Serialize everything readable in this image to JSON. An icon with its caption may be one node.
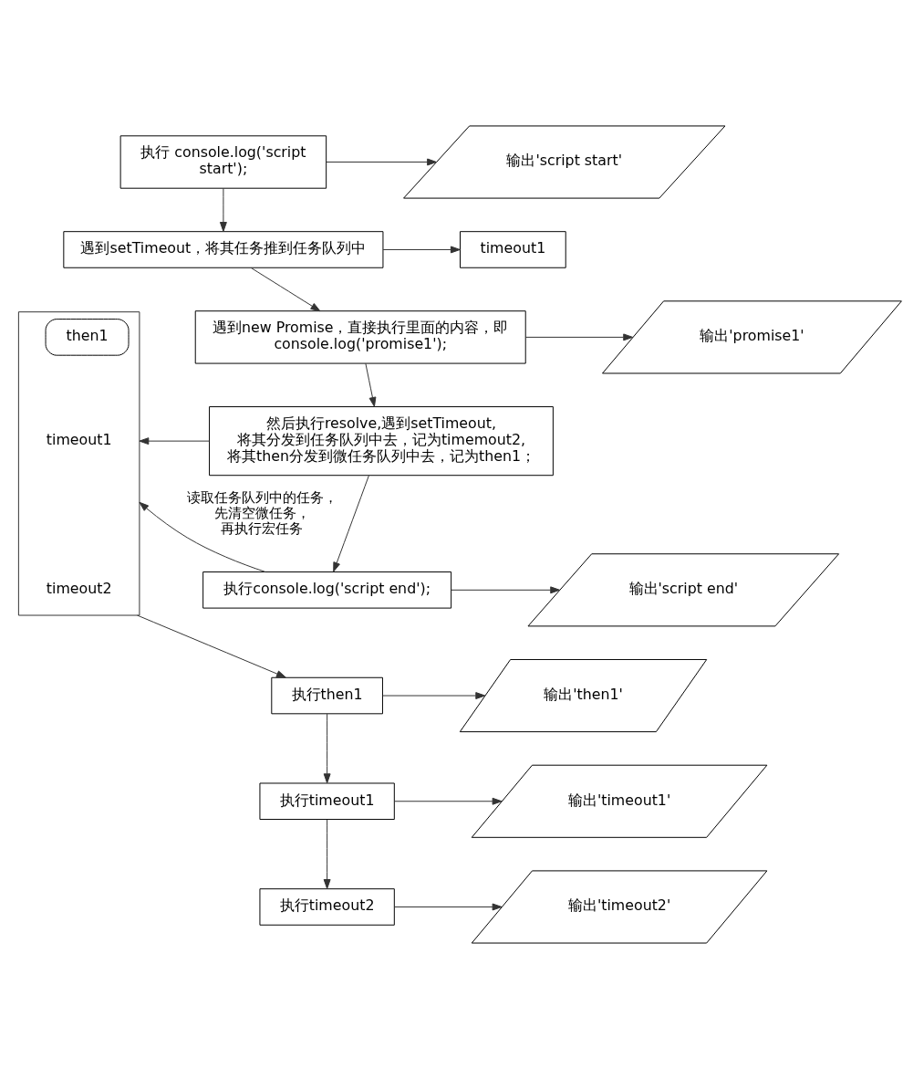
{
  "diagram": {
    "nodes": [
      {
        "text": [
          "执行 console.log('script start');"
        ]
      },
      {
        "text": [
          "输出'script start'"
        ]
      },
      {
        "text": [
          "timeout1"
        ]
      },
      {
        "text": [
          "遇到setTimeout，将其任务推到任务队列中"
        ]
      },
      {
        "text": [
          "遇到new Promise，直接执行里面的内容，即 console.log('promise1');"
        ]
      },
      {
        "text": [
          "输出'promise1'"
        ]
      },
      {
        "text": [],
        "shape": "box"
      },
      {
        "text": [
          "then1"
        ],
        "in": 6
      },
      {
        "text": [
          "timeout1"
        ],
        "in": 6
      },
      {
        "text": [
          "timeout2"
        ],
        "in": 6
      },
      {
        "text": [
          "然后执行resolve,遇到setTimeout,将其分发到任务队列中去，记为timemout2,将其then分发到微任务队列中去，记为then1；"
        ]
      },
      {
        "text": [
          "执行console.log('script end');"
        ]
      },
      {
        "text": [
          "输出'script end'"
        ]
      },
      {
        "text": [
          "执行then1"
        ]
      },
      {
        "text": [
          "输出'then1'"
        ]
      },
      {
        "text": [
          "执行timeout1"
        ]
      },
      {
        "text": [
          "输出'timeout1'"
        ]
      },
      {
        "text": [
          "执行timeout2"
        ]
      },
      {
        "text": [
          "输出'timeout2'"
        ]
      }
    ],
    "edges": [
      {
        "from": 0,
        "to": 1,
        "arrow": "to"
      },
      {
        "from": 0,
        "to": 3,
        "arrow": "to"
      },
      {
        "from": 3,
        "to": 2,
        "arrow": "to"
      },
      {
        "from": 3,
        "to": 4,
        "arrow": "to"
      },
      {
        "from": 4,
        "to": 5,
        "arrow": "to"
      },
      {
        "from": 4,
        "to": 10,
        "arrow": "to"
      },
      {
        "from": 10,
        "to": 6,
        "arrow": "to"
      },
      {
        "from": 10,
        "to": 11,
        "arrow": "to"
      },
      {
        "from": 11,
        "to": 12,
        "arrow": "to"
      },
      {
        "from": 11,
        "to": 6,
        "arrow": "to",
        "label": "读取任务队列中的任务，先清空微任务，再执行宏任务"
      },
      {
        "from": 6,
        "to": 13,
        "arrow": "to"
      },
      {
        "from": 13,
        "to": 14,
        "arrow": "to"
      },
      {
        "from": 13,
        "to": 15,
        "arrow": "to"
      },
      {
        "from": 15,
        "to": 16,
        "arrow": "to"
      },
      {
        "from": 15,
        "to": 17,
        "arrow": "to"
      },
      {
        "from": 17,
        "to": 18,
        "arrow": "to"
      }
    ]
  }
}
